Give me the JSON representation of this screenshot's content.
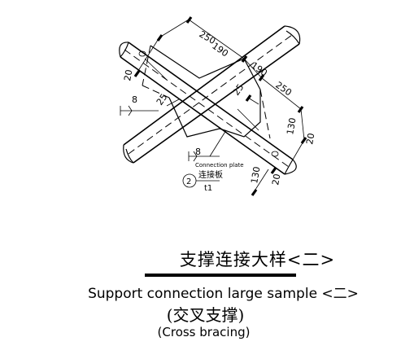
{
  "drawing": {
    "dims": {
      "d250_top": "250",
      "d190_a": "190",
      "d190_b": "190",
      "d250_right": "250",
      "d20_left": "20",
      "d25_left": "25",
      "d25_right": "25",
      "d130_upper": "130",
      "d20_right_upper": "20",
      "d130_lower": "130",
      "d20_right_lower": "20"
    },
    "weld_size_left": "8",
    "weld_size_bottom": "8",
    "connection_plate_en": "Connection plate",
    "connection_plate_cn": "连接板",
    "marker_number": "2",
    "plate_thickness": "t1"
  },
  "caption": {
    "title_cn": "支撑连接大样<二>",
    "title_en": "Support connection large sample <二>",
    "subtitle_cn": "(交叉支撑)",
    "subtitle_en": "(Cross bracing)"
  }
}
